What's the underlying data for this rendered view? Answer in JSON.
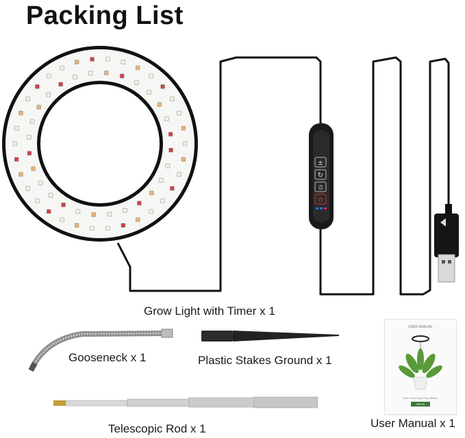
{
  "title": "Packing List",
  "items": {
    "grow_light": "Grow Light with Timer x 1",
    "gooseneck": "Gooseneck  x 1",
    "stakes": "Plastic Stakes Ground  x 1",
    "rod": "Telescopic Rod x 1",
    "manual": "User Manual x 1"
  },
  "controller_buttons": [
    "±",
    "↻",
    "⏱",
    "⏻"
  ],
  "manual_cover": {
    "header": "USER MANUAL",
    "product": "Halo Grow Light Plus (Black)",
    "badge": "DR328"
  },
  "colors": {
    "cable": "#111111",
    "led_white": "#f3f0e6",
    "led_warm": "#e8b27a",
    "led_red": "#c9444a",
    "indicator_blue": "#2a73d9",
    "indicator_red": "#d93030"
  }
}
